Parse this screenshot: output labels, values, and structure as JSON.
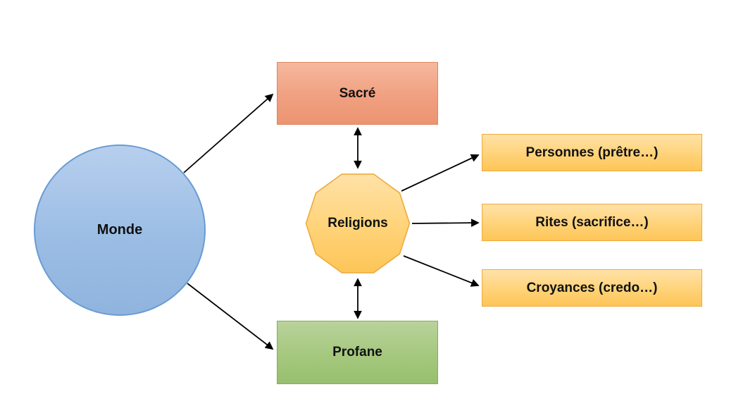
{
  "nodes": {
    "monde": {
      "label": "Monde",
      "fill": "#9FC2E8",
      "shape": "circle"
    },
    "sacre": {
      "label": "Sacré",
      "fill": "#F0A080",
      "shape": "rectangle"
    },
    "profane": {
      "label": "Profane",
      "fill": "#A5C87E",
      "shape": "rectangle"
    },
    "religions": {
      "label": "Religions",
      "fill": "#FFD47C",
      "shape": "decagon"
    },
    "personnes": {
      "label": "Personnes (prêtre…)",
      "fill": "#FFD47C",
      "shape": "rectangle"
    },
    "rites": {
      "label": "Rites (sacrifice…)",
      "fill": "#FFD47C",
      "shape": "rectangle"
    },
    "croyances": {
      "label": "Croyances (credo…)",
      "fill": "#FFD47C",
      "shape": "rectangle"
    }
  },
  "edges": [
    {
      "from": "Monde",
      "to": "Sacré",
      "type": "arrow"
    },
    {
      "from": "Monde",
      "to": "Profane",
      "type": "arrow"
    },
    {
      "from": "Sacré",
      "to": "Religions",
      "type": "double-arrow"
    },
    {
      "from": "Religions",
      "to": "Profane",
      "type": "double-arrow"
    },
    {
      "from": "Religions",
      "to": "Personnes (prêtre…)",
      "type": "arrow"
    },
    {
      "from": "Religions",
      "to": "Rites (sacrifice…)",
      "type": "arrow"
    },
    {
      "from": "Religions",
      "to": "Croyances (credo…)",
      "type": "arrow"
    }
  ],
  "colors": {
    "arrow": "#000000",
    "text": "#111111",
    "background": "#FFFFFF"
  }
}
